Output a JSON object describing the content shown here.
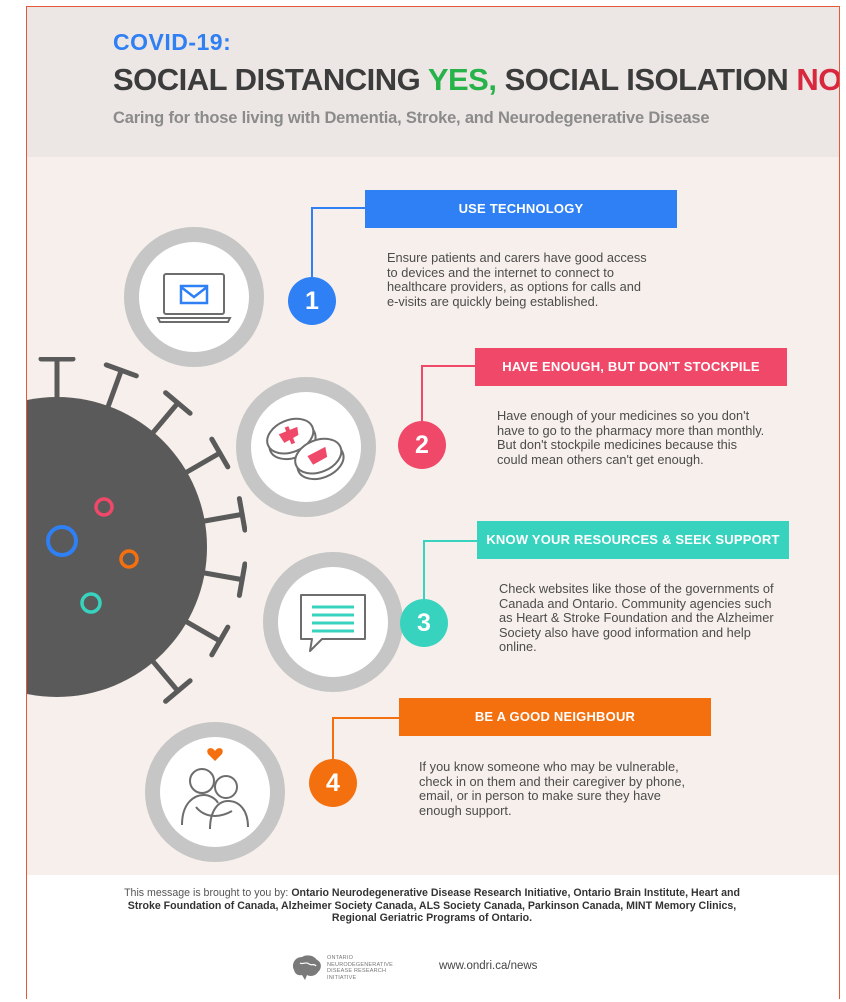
{
  "header": {
    "kicker": "COVID-19:",
    "title_part1": "SOCIAL DISTANCING ",
    "title_yes": "YES,",
    "title_part2": " SOCIAL ISOLATION ",
    "title_no": "NO",
    "subtitle": "Caring for those living with Dementia, Stroke, and Neurodegenerative Disease"
  },
  "tips": [
    {
      "number": "1",
      "heading": "USE TECHNOLOGY",
      "color": "#2e80f4",
      "icon": "laptop-email-icon",
      "text": "Ensure patients and carers have good access to devices and the internet to connect to healthcare providers, as options for calls and e-visits are quickly being established."
    },
    {
      "number": "2",
      "heading": "HAVE ENOUGH, BUT DON'T STOCKPILE",
      "color": "#f04869",
      "icon": "pills-icon",
      "text": "Have enough of your medicines so you don't have to go to the pharmacy more than monthly.  But don't stockpile medicines because this could mean others can't get enough."
    },
    {
      "number": "3",
      "heading": "KNOW YOUR RESOURCES & SEEK SUPPORT",
      "color": "#37d3bf",
      "icon": "chat-bubble-icon",
      "text": "Check websites like those of the governments of Canada and Ontario. Community agencies such as Heart & Stroke Foundation and the Alzheimer Society also have good information and help online."
    },
    {
      "number": "4",
      "heading": "BE A GOOD NEIGHBOUR",
      "color": "#f4700f",
      "icon": "hug-heart-icon",
      "text": "If you know someone who may be vulnerable, check in on them and their caregiver by phone, email, or in person to make sure they have enough support."
    }
  ],
  "footer": {
    "credit_prefix": "This message is brought to you by: ",
    "credit_orgs": "Ontario Neurodegenerative Disease Research Initiative, Ontario Brain Institute, Heart and Stroke Foundation of Canada, Alzheimer Society Canada, ALS Society Canada, Parkinson Canada, MINT Memory Clinics, Regional Geriatric Programs of Ontario.",
    "logo_line1": "ONTARIO",
    "logo_line2": "NEURODEGENERATIVE",
    "logo_line3": "DISEASE RESEARCH",
    "logo_line4": "INITIATIVE",
    "url": "www.ondri.ca/news"
  },
  "colors": {
    "blue": "#2e80f4",
    "pink": "#f04869",
    "teal": "#37d3bf",
    "orange": "#f4700f",
    "yes_green": "#27b34a",
    "no_red": "#d8283e",
    "virus_gray": "#5a5a5a"
  }
}
